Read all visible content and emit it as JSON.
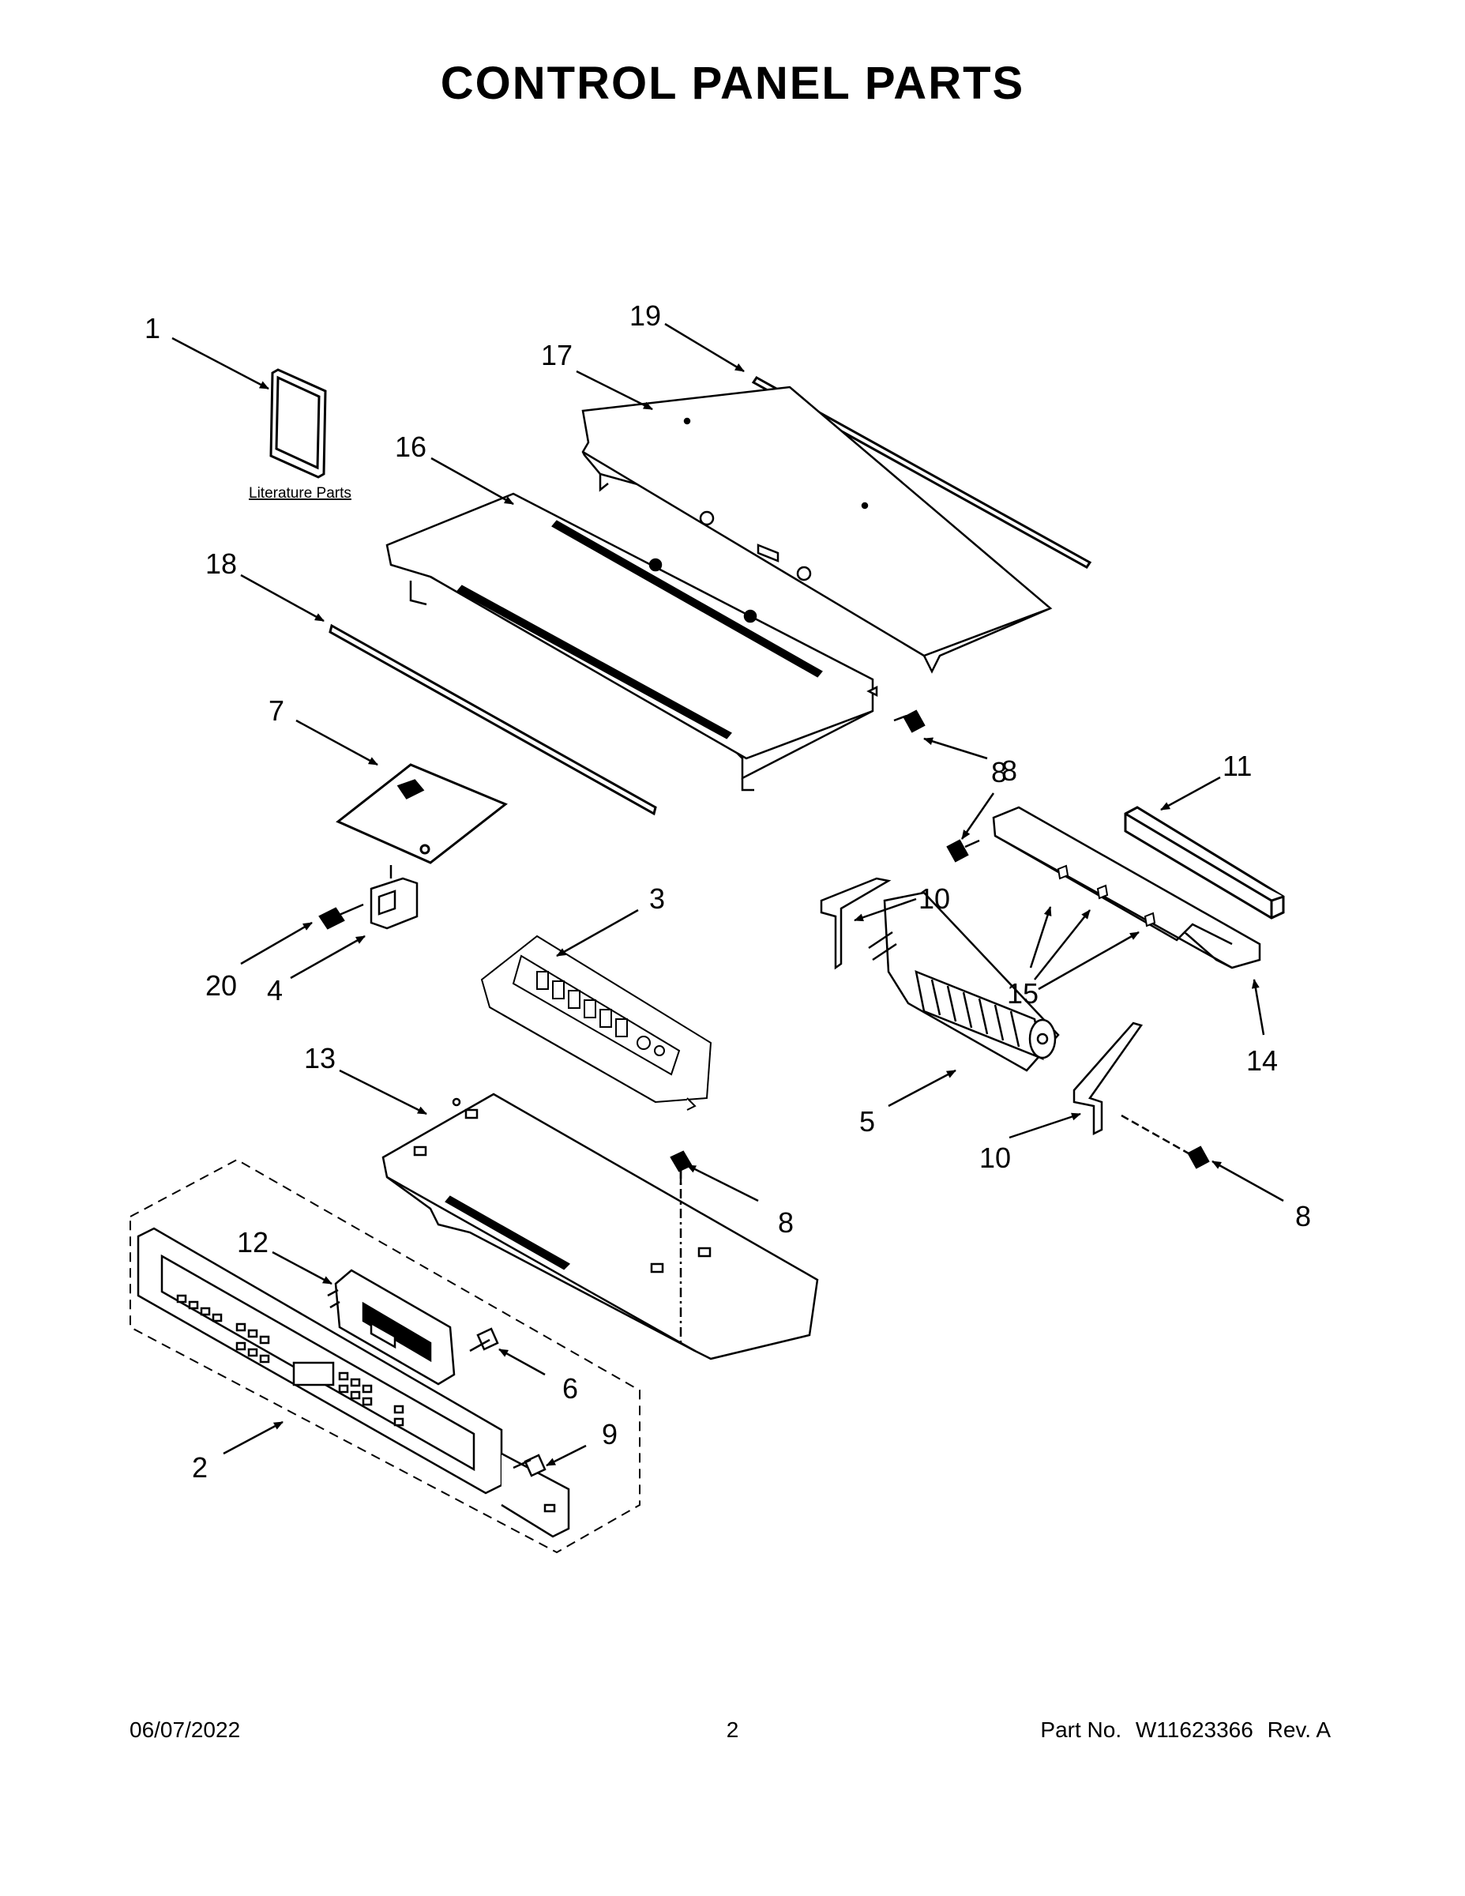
{
  "title": "CONTROL PANEL PARTS",
  "literature_label": "Literature Parts",
  "callouts": {
    "c1": "1",
    "c2": "2",
    "c3": "3",
    "c4": "4",
    "c5": "5",
    "c6": "6",
    "c7": "7",
    "c8a": "8",
    "c8b": "8",
    "c8c": "8",
    "c8d": "8",
    "c9": "9",
    "c10a": "10",
    "c10b": "10",
    "c11": "11",
    "c12": "12",
    "c13": "13",
    "c14": "14",
    "c15": "15",
    "c16": "16",
    "c17": "17",
    "c18": "18",
    "c19": "19",
    "c20": "20"
  },
  "footer": {
    "date": "06/07/2022",
    "page": "2",
    "part_label": "Part No.",
    "part_number": "W11623366",
    "rev": "Rev. A"
  }
}
